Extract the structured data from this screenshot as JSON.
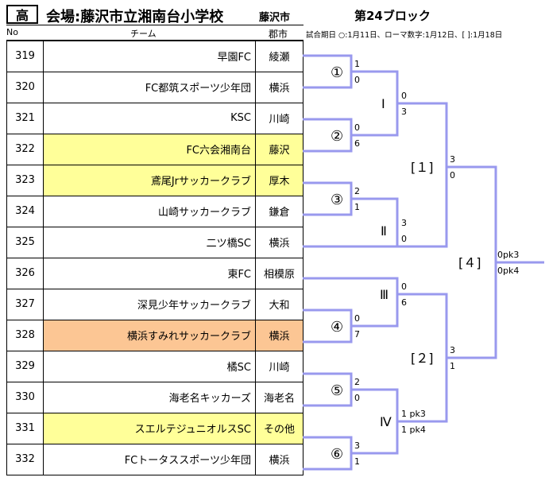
{
  "header": {
    "level": "高",
    "venue": "会場:藤沢市立湘南台小学校",
    "venue_city": "藤沢市",
    "block": "第24ブロック",
    "col_no": "No",
    "col_team": "チーム",
    "col_city": "郡市",
    "note": "試合期日 ○:1月11日、ローマ数字:1月12日、[ ]:1月18日"
  },
  "teams": [
    {
      "no": "319",
      "name": "早園FC",
      "city": "綾瀬"
    },
    {
      "no": "320",
      "name": "FC都筑スポーツ少年団",
      "city": "横浜"
    },
    {
      "no": "321",
      "name": "KSC",
      "city": "川崎"
    },
    {
      "no": "322",
      "name": "FC六会湘南台",
      "city": "藤沢"
    },
    {
      "no": "323",
      "name": "鳶尾Jrサッカークラブ",
      "city": "厚木"
    },
    {
      "no": "324",
      "name": "山崎サッカークラブ",
      "city": "鎌倉"
    },
    {
      "no": "325",
      "name": "二ツ橋SC",
      "city": "横浜"
    },
    {
      "no": "326",
      "name": "東FC",
      "city": "相模原"
    },
    {
      "no": "327",
      "name": "深見少年サッカークラブ",
      "city": "大和"
    },
    {
      "no": "328",
      "name": "横浜すみれサッカークラブ",
      "city": "横浜"
    },
    {
      "no": "329",
      "name": "橘SC",
      "city": "川崎"
    },
    {
      "no": "330",
      "name": "海老名キッカーズ",
      "city": "海老名"
    },
    {
      "no": "331",
      "name": "スエルテジュニオルスSC",
      "city": "その他"
    },
    {
      "no": "332",
      "name": "FCトータススポーツ少年団",
      "city": "横浜"
    }
  ],
  "bracket": {
    "line_color": "#9999ee",
    "highlight_yellow": "#ffff99",
    "highlight_orange": "#fcc694",
    "match_labels": [
      "①",
      "②",
      "③",
      "④",
      "⑤",
      "⑥",
      "Ⅰ",
      "Ⅱ",
      "Ⅲ",
      "Ⅳ",
      "[１]",
      "[２]",
      "[４]"
    ],
    "scores": {
      "m1": [
        "1",
        "0"
      ],
      "m2": [
        "0",
        "6"
      ],
      "m3": [
        "2",
        "1"
      ],
      "m4": [
        "0",
        "7"
      ],
      "m5": [
        "2",
        "0"
      ],
      "m6": [
        "3",
        "1"
      ],
      "r1": [
        "0",
        "3"
      ],
      "r2": [
        "3",
        "0"
      ],
      "r3": [
        "0",
        "6"
      ],
      "r4": [
        "1 pk3",
        "1 pk4"
      ],
      "s1": [
        "3",
        "0"
      ],
      "s2": [
        "3",
        "1"
      ],
      "f": [
        "0pk3",
        "0pk4"
      ]
    }
  }
}
